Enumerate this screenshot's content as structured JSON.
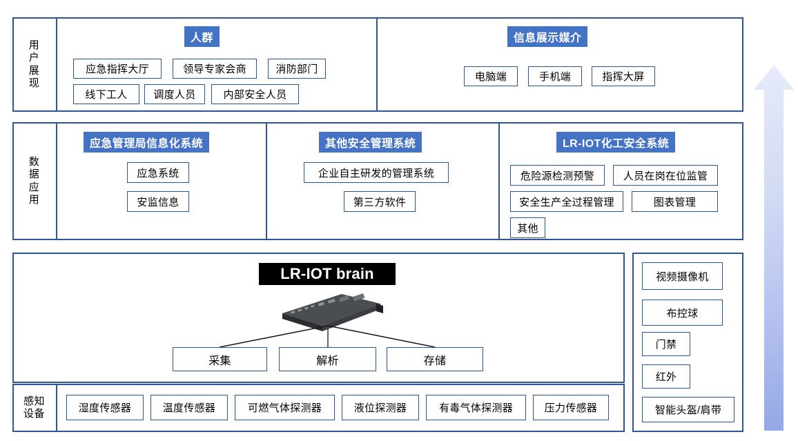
{
  "colors": {
    "border": "#2F5496",
    "badge": "#4472C4",
    "chip_border": "#2F5496",
    "brain_bg": "#000000",
    "arrow_top": "#E3E8F8",
    "arrow_bottom": "#93A8E6"
  },
  "rows": {
    "user_presentation": {
      "label_chars": [
        "用",
        "户",
        "展",
        "现"
      ],
      "groups": [
        {
          "title": "人群",
          "items": [
            "应急指挥大厅",
            "领导专家会商",
            "消防部门",
            "线下工人",
            "调度人员",
            "内部安全人员"
          ]
        },
        {
          "title": "信息展示媒介",
          "items": [
            "电脑端",
            "手机端",
            "指挥大屏"
          ]
        }
      ]
    },
    "data_application": {
      "label_chars": [
        "数",
        "据",
        "应",
        "用"
      ],
      "groups": [
        {
          "title": "应急管理局信息化系统",
          "items": [
            "应急系统",
            "安监信息"
          ]
        },
        {
          "title": "其他安全管理系统",
          "items": [
            "企业自主研发的管理系统",
            "第三方软件"
          ]
        },
        {
          "title": "LR-IOT化工安全系统",
          "items": [
            "危险源检测预警",
            "人员在岗在位监管",
            "安全生产全过程管理",
            "图表管理",
            "其他"
          ]
        }
      ]
    },
    "platform": {
      "brain_title": "LR-IOT brain",
      "server_icon": "rack-server-icon",
      "functions": [
        "采集",
        "解析",
        "存储"
      ]
    },
    "perception": {
      "label_chars": [
        "感知",
        "设备"
      ],
      "items": [
        "湿度传感器",
        "温度传感器",
        "可燃气体探测器",
        "液位探测器",
        "有毒气体探测器",
        "压力传感器"
      ]
    },
    "right_column": {
      "items": [
        "视频摄像机",
        "布控球",
        "门禁",
        "红外",
        "智能头盔/肩带"
      ]
    }
  },
  "arrow": {
    "name": "upward-flow-arrow",
    "direction": "up"
  }
}
